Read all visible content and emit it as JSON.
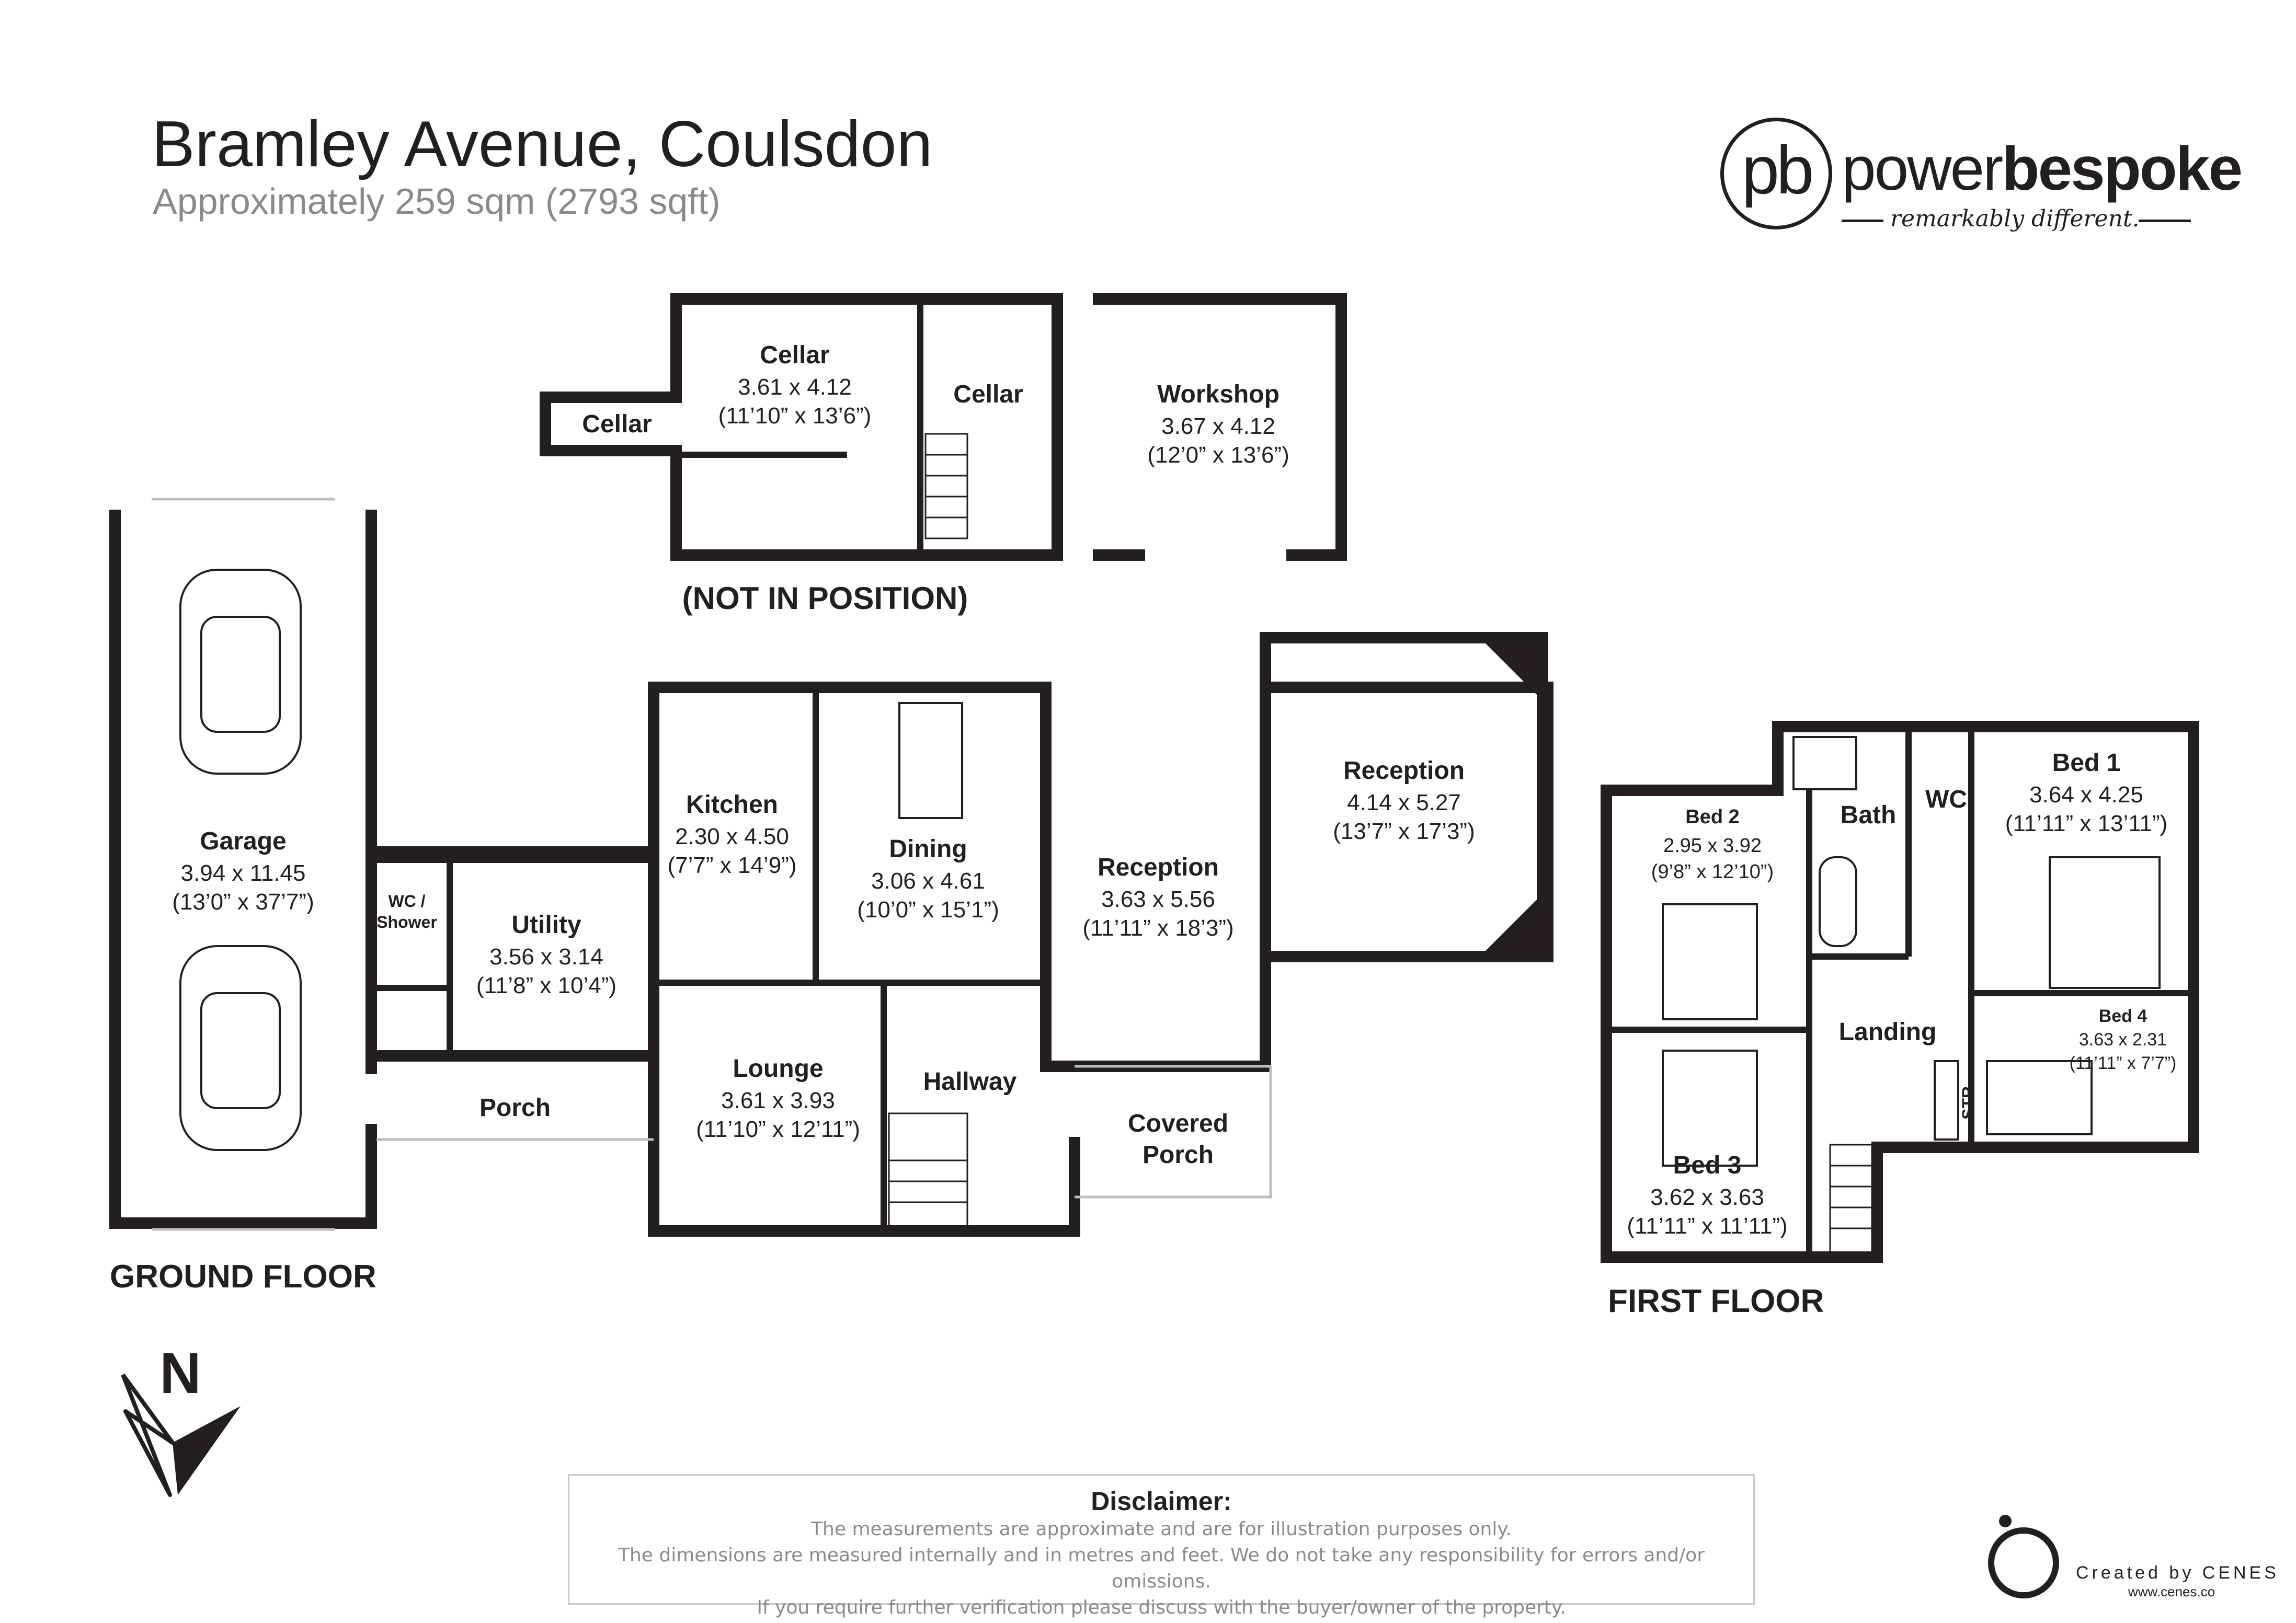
{
  "header": {
    "title": "Bramley Avenue, Coulsdon",
    "subtitle": "Approximately 259 sqm (2793 sqft)"
  },
  "logo": {
    "initials": "pb",
    "word_light": "power",
    "word_bold": "bespoke",
    "tagline": "remarkably different."
  },
  "floors": {
    "ground": "GROUND FLOOR",
    "first": "FIRST FLOOR",
    "not_in_position": "(NOT IN POSITION)"
  },
  "rooms": {
    "cellar_main": {
      "name": "Cellar",
      "metric": "3.61 x 4.12",
      "imperial": "(11’10” x 13’6”)"
    },
    "cellar_left": {
      "name": "Cellar"
    },
    "cellar_right": {
      "name": "Cellar"
    },
    "workshop": {
      "name": "Workshop",
      "metric": "3.67 x 4.12",
      "imperial": "(12’0” x 13’6”)"
    },
    "garage": {
      "name": "Garage",
      "metric": "3.94 x 11.45",
      "imperial": "(13’0” x 37’7”)"
    },
    "wc_shower": {
      "name_line1": "WC /",
      "name_line2": "Shower"
    },
    "utility": {
      "name": "Utility",
      "metric": "3.56 x 3.14",
      "imperial": "(11’8” x 10’4”)"
    },
    "kitchen": {
      "name": "Kitchen",
      "metric": "2.30 x 4.50",
      "imperial": "(7’7” x 14’9”)"
    },
    "dining": {
      "name": "Dining",
      "metric": "3.06 x 4.61",
      "imperial": "(10’0” x 15’1”)"
    },
    "reception_1": {
      "name": "Reception",
      "metric": "3.63 x 5.56",
      "imperial": "(11’11” x 18’3”)"
    },
    "reception_2": {
      "name": "Reception",
      "metric": "4.14 x 5.27",
      "imperial": "(13’7” x 17’3”)"
    },
    "porch": {
      "name": "Porch"
    },
    "lounge": {
      "name": "Lounge",
      "metric": "3.61 x 3.93",
      "imperial": "(11’10” x 12’11”)"
    },
    "hallway": {
      "name": "Hallway"
    },
    "covered_porch": {
      "name_line1": "Covered",
      "name_line2": "Porch"
    },
    "bed2": {
      "name": "Bed 2",
      "metric": "2.95 x 3.92",
      "imperial": "(9’8” x 12’10”)"
    },
    "bath": {
      "name": "Bath"
    },
    "wc": {
      "name": "WC"
    },
    "bed1": {
      "name": "Bed 1",
      "metric": "3.64 x 4.25",
      "imperial": "(11’11” x 13’11”)"
    },
    "landing": {
      "name": "Landing"
    },
    "bed4": {
      "name": "Bed 4",
      "metric": "3.63 x 2.31",
      "imperial": "(11’11” x 7’7”)"
    },
    "str": {
      "name": "STR"
    },
    "bed3": {
      "name": "Bed 3",
      "metric": "3.62 x 3.63",
      "imperial": "(11’11” x 11’11”)"
    }
  },
  "compass": {
    "label": "N"
  },
  "disclaimer": {
    "title": "Disclaimer:",
    "line1": "The measurements are approximate and are for illustration purposes only.",
    "line2": "The dimensions are measured internally and in metres and feet. We do not take any responsibility for errors and/or omissions.",
    "line3": "If you require further verification please discuss with the buyer/owner of the property."
  },
  "credit": {
    "text": "Created by CENES",
    "url": "www.cenes.co"
  },
  "colors": {
    "wall": "#231f20",
    "subtitle_grey": "#8a8a8a",
    "window_grey": "#bdbdbd"
  }
}
